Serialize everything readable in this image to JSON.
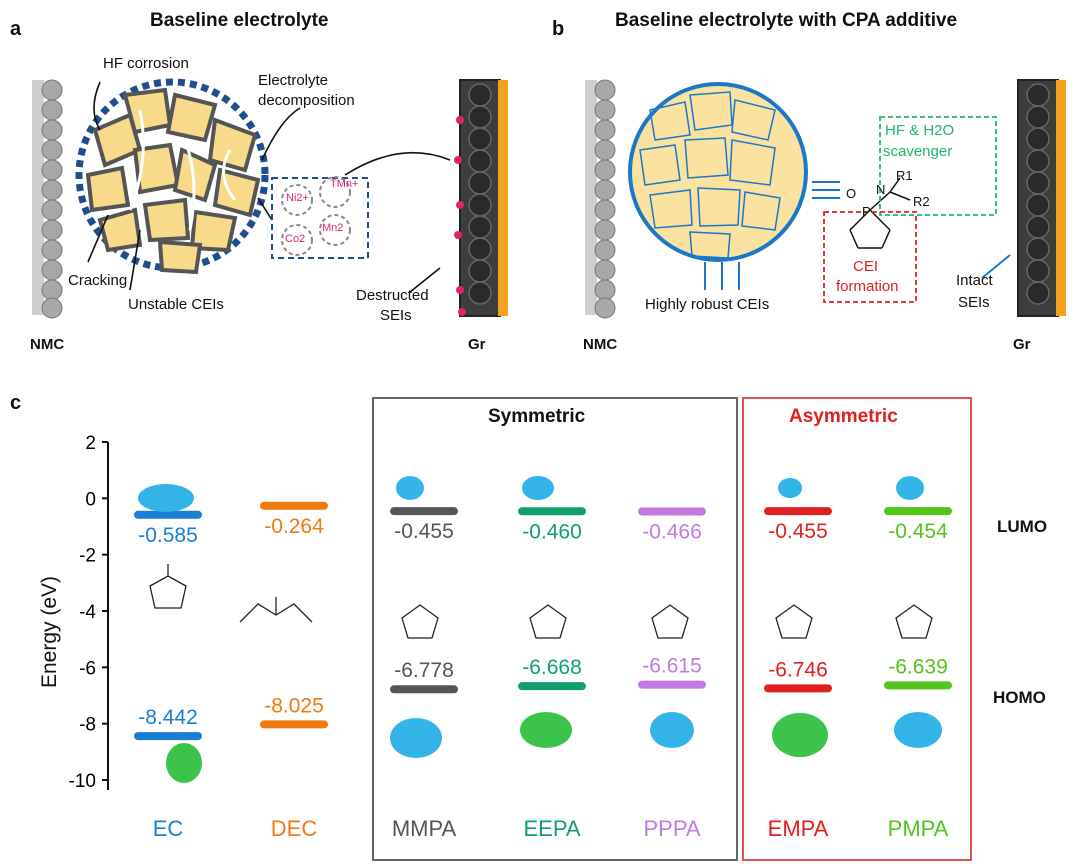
{
  "panel_a": {
    "letter": "a",
    "title": "Baseline electrolyte",
    "labels": {
      "hf": "HF corrosion",
      "elyte1": "Electrolyte",
      "elyte2": "decomposition",
      "cracking": "Cracking",
      "unstable": "Unstable CEIs",
      "destr1": "Destructed",
      "destr2": "SEIs",
      "nmc": "NMC",
      "gr": "Gr"
    },
    "ions": {
      "ni": "Ni2+",
      "tm": "TMn+",
      "mn": "Mn2",
      "co": "Co2"
    }
  },
  "panel_b": {
    "letter": "b",
    "title": "Baseline electrolyte with CPA additive",
    "labels": {
      "scav1": "HF & H2O",
      "scav2": "scavenger",
      "cei1": "CEI",
      "cei2": "formation",
      "robust": "Highly robust CEIs",
      "intact1": "Intact",
      "intact2": "SEIs",
      "nmc": "NMC",
      "gr": "Gr",
      "r1": "R1",
      "r2": "R2",
      "n": "N",
      "p": "P",
      "o": "O"
    }
  },
  "panel_c": {
    "letter": "c",
    "symmetric": "Symmetric",
    "asymmetric": "Asymmetric",
    "ylabel": "Energy (eV)",
    "lumo": "LUMO",
    "homo": "HOMO",
    "yticks": [
      "2",
      "0",
      "-2",
      "-4",
      "-6",
      "-8",
      "-10"
    ],
    "molecules": [
      {
        "name": "EC",
        "lumo": "-0.585",
        "homo": "-8.442",
        "color": "#1a7fd4"
      },
      {
        "name": "DEC",
        "lumo": "-0.264",
        "homo": "-8.025",
        "color": "#f07a12"
      },
      {
        "name": "MMPA",
        "lumo": "-0.455",
        "homo": "-6.778",
        "color": "#555555"
      },
      {
        "name": "EEPA",
        "lumo": "-0.460",
        "homo": "-6.668",
        "color": "#12a06a"
      },
      {
        "name": "PPPA",
        "lumo": "-0.466",
        "homo": "-6.615",
        "color": "#c27ae0"
      },
      {
        "name": "EMPA",
        "lumo": "-0.455",
        "homo": "-6.746",
        "color": "#e02020"
      },
      {
        "name": "PMPA",
        "lumo": "-0.454",
        "homo": "-6.639",
        "color": "#52c41a"
      }
    ]
  }
}
